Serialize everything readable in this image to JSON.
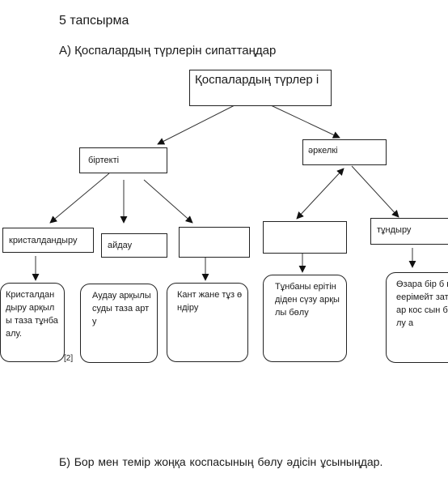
{
  "heading": "5 тапсырма",
  "task_a": "А) Қоспалардың түрлерін сипаттаңдар",
  "task_b": "Б) Бор мен темір жоңқа коспасының   бөлу әдісін   ұсыныңдар.",
  "diagram": {
    "root": "Қоспалардың түрлер і",
    "homogeneous": "біртекті",
    "heterogeneous": "әркелкі",
    "methods": {
      "crystallization": "кристалдандыру",
      "distillation": "айдау",
      "blank": "",
      "filtration_blank": "",
      "settling": "тұндыру"
    },
    "descriptions": {
      "crystallization": "Кристалдандыру арқылы таза тұнба алу.",
      "distillation": "Аудау арқылы суды таза арту",
      "sugar": "Кант жане тұз өндіру",
      "filtration": "Тұнбаны ерітіндіден сүзу арқылы бөлу",
      "settling": "Өзара бір б ндеерімейт заттар кос сын бөлу а"
    },
    "reference_mark": "[2]"
  }
}
